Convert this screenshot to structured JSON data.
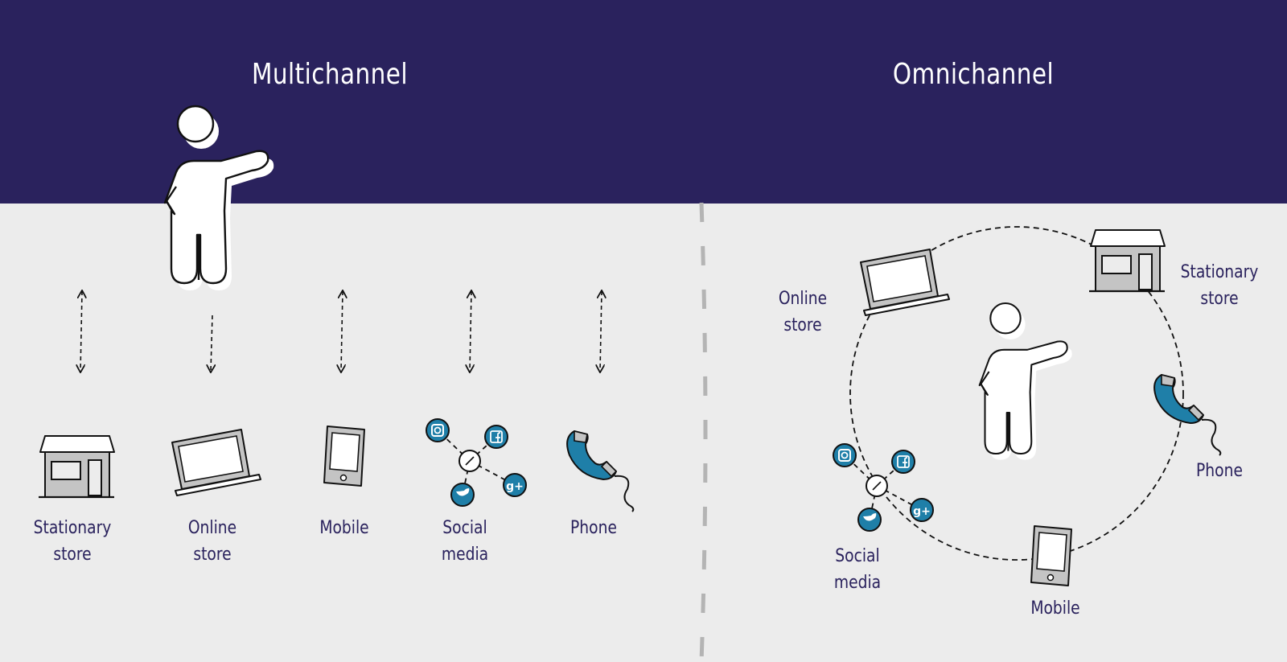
{
  "header": {
    "left_title": "Multichannel",
    "right_title": "Omnichannel"
  },
  "multichannel": {
    "channels": [
      {
        "line1": "Stationary",
        "line2": "store",
        "icon": "store-icon"
      },
      {
        "line1": "Online",
        "line2": "store",
        "icon": "laptop-icon"
      },
      {
        "line1": "Mobile",
        "line2": "",
        "icon": "tablet-icon"
      },
      {
        "line1": "Social",
        "line2": "media",
        "icon": "social-network-icon"
      },
      {
        "line1": "Phone",
        "line2": "",
        "icon": "phone-icon"
      }
    ]
  },
  "omnichannel": {
    "channels": [
      {
        "line1": "Online",
        "line2": "store",
        "icon": "laptop-icon"
      },
      {
        "line1": "Stationary",
        "line2": "store",
        "icon": "store-icon"
      },
      {
        "line1": "Phone",
        "line2": "",
        "icon": "phone-icon"
      },
      {
        "line1": "Mobile",
        "line2": "",
        "icon": "tablet-icon"
      },
      {
        "line1": "Social",
        "line2": "media",
        "icon": "social-network-icon"
      }
    ]
  },
  "colors": {
    "header_bg": "#2a225d",
    "page_bg": "#ececec",
    "accent_blue": "#1f7fa8",
    "label_text": "#2a225d",
    "divider": "#b4b4b4"
  }
}
